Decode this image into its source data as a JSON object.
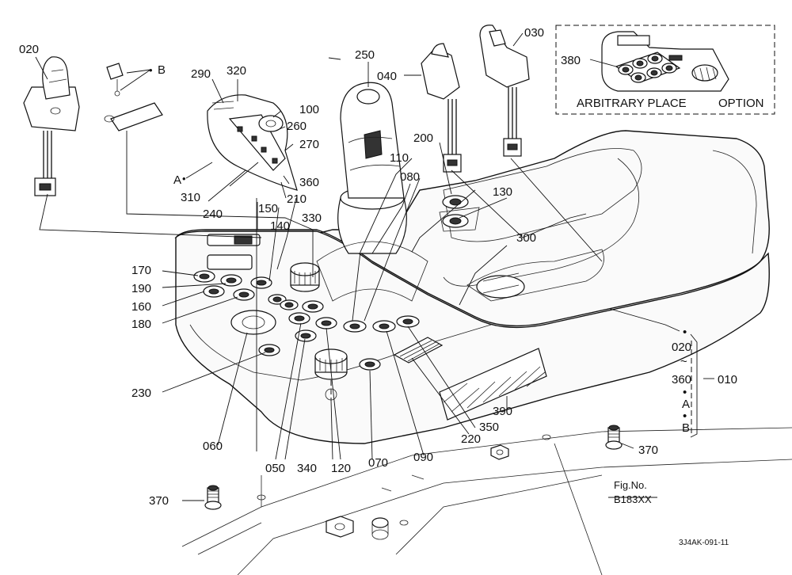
{
  "figure": {
    "fig_no_caption": "Fig.No.",
    "fig_no_value": "B183XX",
    "drawing_code": "3J4AK-091-11",
    "inset_caption": "ARBITRARY PLACE",
    "inset_option": "OPTION",
    "range_from": "020",
    "range_sep": "~",
    "range_to": "360",
    "range_assy": "010",
    "range_a": "A",
    "range_b": "B",
    "dot": "•"
  },
  "parts": {
    "p020": "020",
    "p030": "030",
    "p040": "040",
    "p050": "050",
    "p060": "060",
    "p070": "070",
    "p080": "080",
    "p090": "090",
    "p100": "100",
    "p110": "110",
    "p120": "120",
    "p130": "130",
    "p140": "140",
    "p150": "150",
    "p160": "160",
    "p170": "170",
    "p180": "180",
    "p190": "190",
    "p200": "200",
    "p210": "210",
    "p220": "220",
    "p230": "230",
    "p240": "240",
    "p250": "250",
    "p260": "260",
    "p270": "270",
    "p290": "290",
    "p300": "300",
    "p310": "310",
    "p320": "320",
    "p330": "330",
    "p340": "340",
    "p350": "350",
    "p360": "360",
    "p370": "370",
    "p380": "380",
    "p390": "390",
    "refA": "A",
    "refB": "B"
  }
}
